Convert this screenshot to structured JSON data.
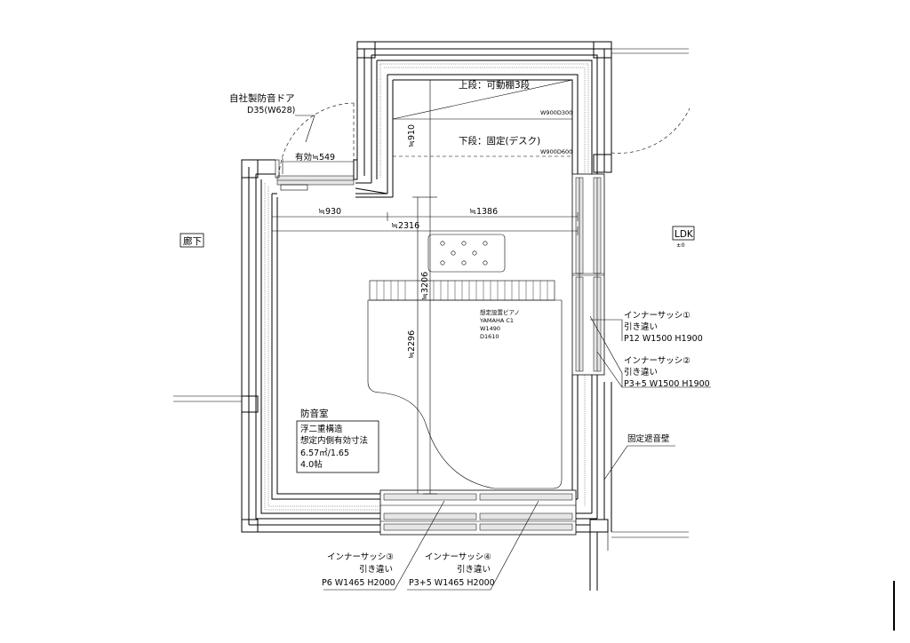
{
  "labels": {
    "door_name": "自社製防音ドア",
    "door_spec": "D35(W628)",
    "door_effective": "有効≒549",
    "shelf_upper": "上段：可動棚3段",
    "shelf_upper_size": "W900D300",
    "shelf_lower": "下段：固定(デスク)",
    "shelf_lower_size": "W900D600",
    "dim_910": "≒910",
    "dim_930": "≒930",
    "dim_1386": "≒1386",
    "dim_2316": "≒2316",
    "dim_3206": "≒3206",
    "dim_2296": "≒2296",
    "corridor": "廊下",
    "ldk": "LDK",
    "ldk_level": "±0",
    "piano_title": "想定設置ピアノ",
    "piano_model": "YAMAHA C1",
    "piano_w": "W1490",
    "piano_d": "D1610",
    "room_name": "防音室",
    "room_line1": "浮二重構造",
    "room_line2": "想定内側有効寸法",
    "room_line3": "6.57㎡/1.65",
    "room_line4": "4.0帖",
    "sash1_name": "インナーサッシ①",
    "sash1_type": "引き違い",
    "sash1_spec": "P12  W1500  H1900",
    "sash2_name": "インナーサッシ②",
    "sash2_type": "引き違い",
    "sash2_spec": "P3+5  W1500  H1900",
    "fixed_wall": "固定遮音壁",
    "sash3_name": "インナーサッシ③",
    "sash3_type": "引き違い",
    "sash3_spec": "P6  W1465  H2000",
    "sash4_name": "インナーサッシ④",
    "sash4_type": "引き違い",
    "sash4_spec": "P3+5  W1465  H2000"
  }
}
